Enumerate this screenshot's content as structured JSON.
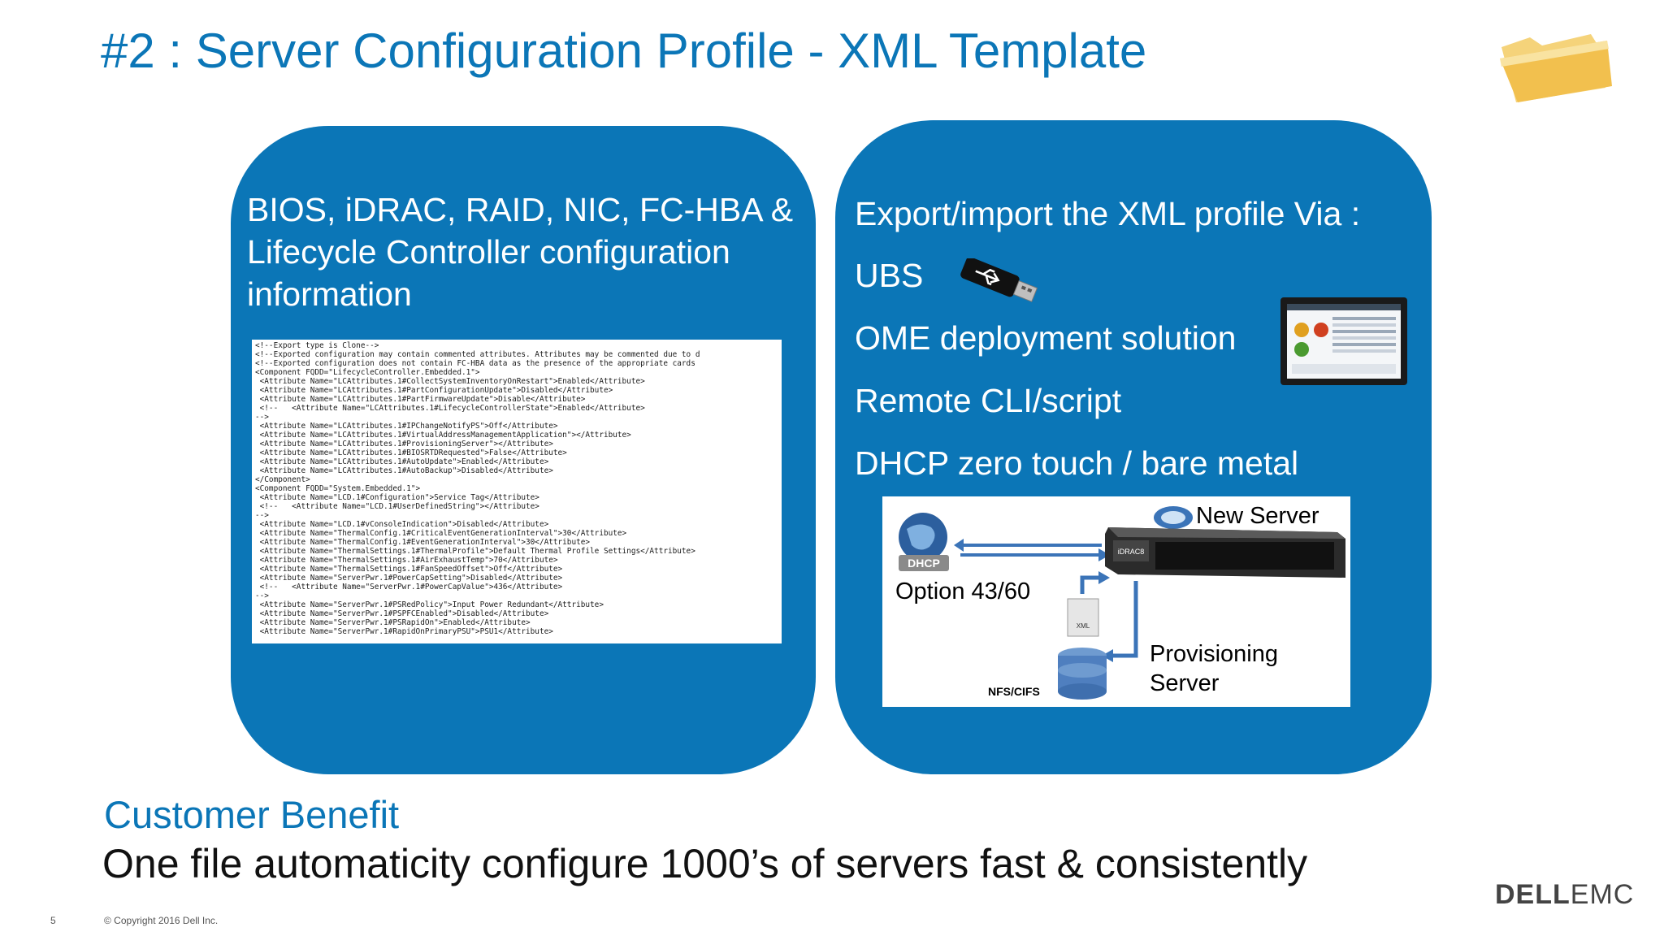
{
  "slide": {
    "title": "#2 : Server Configuration Profile - XML Template",
    "page_number": "5",
    "copyright": "© Copyright 2016 Dell Inc.",
    "logo": {
      "part1": "DELL",
      "part2": "EMC"
    }
  },
  "left_panel": {
    "heading": "BIOS, iDRAC, RAID, NIC, FC-HBA & Lifecycle Controller configuration information",
    "xml_lines": [
      "<!--Export type is Clone-->",
      "<!--Exported configuration may contain commented attributes. Attributes may be commented due to d",
      "<!--Exported configuration does not contain FC-HBA data as the presence of the appropriate cards",
      "<Component FQDD=\"LifecycleController.Embedded.1\">",
      " <Attribute Name=\"LCAttributes.1#CollectSystemInventoryOnRestart\">Enabled</Attribute>",
      " <Attribute Name=\"LCAttributes.1#PartConfigurationUpdate\">Disabled</Attribute>",
      " <Attribute Name=\"LCAttributes.1#PartFirmwareUpdate\">Disable</Attribute>",
      " <!--   <Attribute Name=\"LCAttributes.1#LifecycleControllerState\">Enabled</Attribute>",
      "-->",
      " <Attribute Name=\"LCAttributes.1#IPChangeNotifyPS\">Off</Attribute>",
      " <Attribute Name=\"LCAttributes.1#VirtualAddressManagementApplication\"></Attribute>",
      " <Attribute Name=\"LCAttributes.1#ProvisioningServer\"></Attribute>",
      " <Attribute Name=\"LCAttributes.1#BIOSRTDRequested\">False</Attribute>",
      " <Attribute Name=\"LCAttributes.1#AutoUpdate\">Enabled</Attribute>",
      " <Attribute Name=\"LCAttributes.1#AutoBackup\">Disabled</Attribute>",
      "</Component>",
      "",
      "<Component FQDD=\"System.Embedded.1\">",
      " <Attribute Name=\"LCD.1#Configuration\">Service Tag</Attribute>",
      " <!--   <Attribute Name=\"LCD.1#UserDefinedString\"></Attribute>",
      "-->",
      " <Attribute Name=\"LCD.1#vConsoleIndication\">Disabled</Attribute>",
      " <Attribute Name=\"ThermalConfig.1#CriticalEventGenerationInterval\">30</Attribute>",
      " <Attribute Name=\"ThermalConfig.1#EventGenerationInterval\">30</Attribute>",
      " <Attribute Name=\"ThermalSettings.1#ThermalProfile\">Default Thermal Profile Settings</Attribute>",
      " <Attribute Name=\"ThermalSettings.1#AirExhaustTemp\">70</Attribute>",
      " <Attribute Name=\"ThermalSettings.1#FanSpeedOffset\">Off</Attribute>",
      " <Attribute Name=\"ServerPwr.1#PowerCapSetting\">Disabled</Attribute>",
      " <!--   <Attribute Name=\"ServerPwr.1#PowerCapValue\">436</Attribute>",
      "-->",
      " <Attribute Name=\"ServerPwr.1#PSRedPolicy\">Input Power Redundant</Attribute>",
      " <Attribute Name=\"ServerPwr.1#PSPFCEnabled\">Disabled</Attribute>",
      " <Attribute Name=\"ServerPwr.1#PSRapidOn\">Enabled</Attribute>",
      " <Attribute Name=\"ServerPwr.1#RapidOnPrimaryPSU\">PSU1</Attribute>"
    ]
  },
  "right_panel": {
    "lines": [
      "Export/import  the XML profile Via :",
      "UBS",
      "OME deployment solution",
      "Remote CLI/script",
      "DHCP zero touch / bare metal"
    ],
    "diagram": {
      "new_server": "New Server",
      "option": "Option 43/60",
      "provisioning": "Provisioning Server",
      "nfs": "NFS/CIFS",
      "dhcp_badge": "DHCP",
      "idrac_label": "iDRAC8",
      "xml_label": "XML"
    }
  },
  "benefit": {
    "heading": "Customer Benefit",
    "text": "One file automaticity configure 1000’s of servers fast & consistently"
  },
  "colors": {
    "accent": "#0b76b7",
    "panel": "#0b76b7",
    "folder": "#f2c04e"
  },
  "icons": [
    "folder-icon",
    "usb-drive-icon",
    "tablet-icon",
    "dhcp-globe-icon",
    "server-icon",
    "database-icon",
    "xml-file-icon",
    "cloud-icon"
  ]
}
